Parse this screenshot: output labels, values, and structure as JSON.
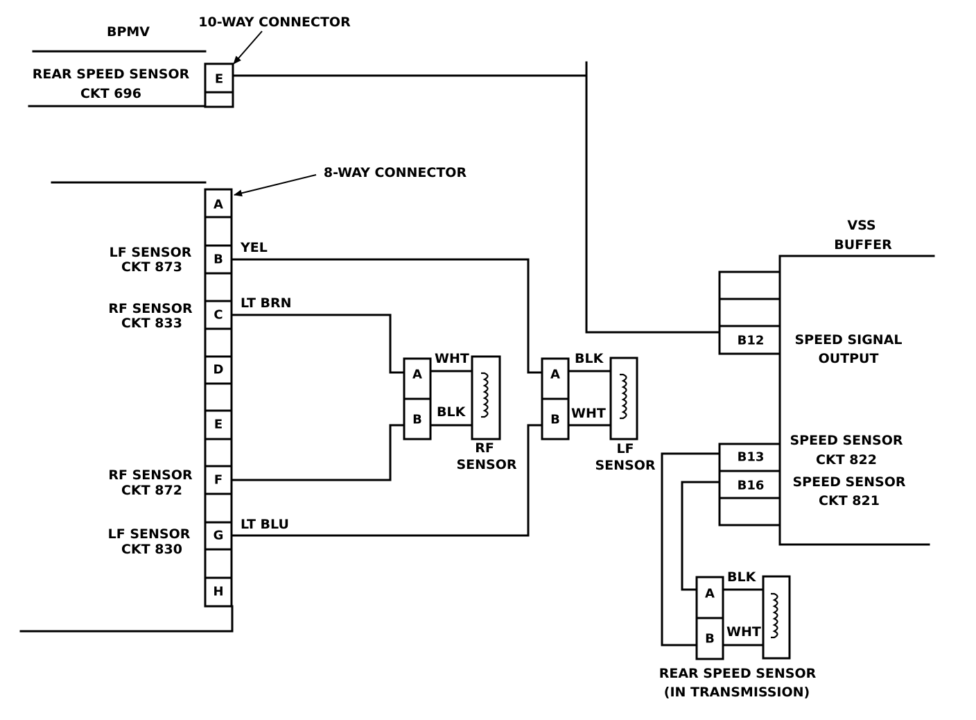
{
  "bpmv": {
    "title": "BPMV",
    "ten_way_label": "10-WAY CONNECTOR",
    "eight_way_label": "8-WAY CONNECTOR",
    "rear_sensor_line1": "REAR SPEED SENSOR",
    "rear_sensor_line2": "CKT 696",
    "ten_way_pin": "E",
    "pins": [
      "A",
      "B",
      "C",
      "D",
      "E",
      "F",
      "G",
      "H"
    ],
    "labels": {
      "b1": "LF SENSOR",
      "b2": "CKT 873",
      "c1": "RF SENSOR",
      "c2": "CKT 833",
      "f1": "RF SENSOR",
      "f2": "CKT 872",
      "g1": "LF SENSOR",
      "g2": "CKT 830"
    }
  },
  "wires": {
    "yel": "YEL",
    "lt_brn": "LT BRN",
    "lt_blu": "LT BLU"
  },
  "rf_sensor": {
    "pin_a": "A",
    "pin_b": "B",
    "wire_a": "WHT",
    "wire_b": "BLK",
    "name1": "RF",
    "name2": "SENSOR"
  },
  "lf_sensor": {
    "pin_a": "A",
    "pin_b": "B",
    "wire_a": "BLK",
    "wire_b": "WHT",
    "name1": "LF",
    "name2": "SENSOR"
  },
  "vss": {
    "title1": "VSS",
    "title2": "BUFFER",
    "pin_b12": "B12",
    "pin_b13": "B13",
    "pin_b16": "B16",
    "b12_line1": "SPEED SIGNAL",
    "b12_line2": "OUTPUT",
    "b13_line1": "SPEED SENSOR",
    "b13_line2": "CKT 822",
    "b16_line1": "SPEED SENSOR",
    "b16_line2": "CKT 821"
  },
  "rear_sensor": {
    "pin_a": "A",
    "pin_b": "B",
    "wire_a": "BLK",
    "wire_b": "WHT",
    "name1": "REAR SPEED SENSOR",
    "name2": "(IN TRANSMISSION)"
  }
}
